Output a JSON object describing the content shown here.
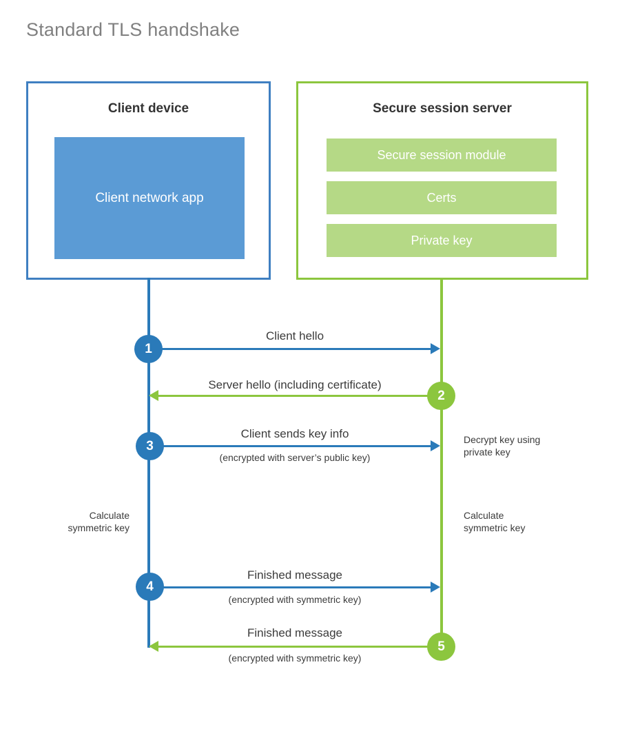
{
  "title": "Standard TLS handshake",
  "client": {
    "heading": "Client device",
    "app_label": "Client network app"
  },
  "server": {
    "heading": "Secure session server",
    "components": [
      "Secure session module",
      "Certs",
      "Private key"
    ]
  },
  "steps": [
    {
      "number": "1",
      "label": "Client hello",
      "sublabel": "",
      "direction": "client-to-server",
      "color": "#2a7ab9"
    },
    {
      "number": "2",
      "label": "Server hello (including certificate)",
      "sublabel": "",
      "direction": "server-to-client",
      "color": "#8cc63e"
    },
    {
      "number": "3",
      "label": "Client sends key info",
      "sublabel": "(encrypted with server’s public key)",
      "direction": "client-to-server",
      "color": "#2a7ab9"
    },
    {
      "number": "4",
      "label": "Finished message",
      "sublabel": "(encrypted with symmetric key)",
      "direction": "client-to-server",
      "color": "#2a7ab9"
    },
    {
      "number": "5",
      "label": "Finished message",
      "sublabel": "(encrypted with symmetric key)",
      "direction": "server-to-client",
      "color": "#8cc63e"
    }
  ],
  "notes": {
    "server_decrypt": "Decrypt key using\nprivate key",
    "client_calculate": "Calculate\nsymmetric key",
    "server_calculate": "Calculate\nsymmetric key"
  },
  "colors": {
    "client_border": "#3f7fc1",
    "client_fill": "#5b9bd5",
    "client_accent": "#2a7ab9",
    "server_border": "#8cc63e",
    "server_fill": "#b5d986",
    "server_accent": "#8cc63e",
    "title_text": "#808080",
    "body_text": "#3b3b3b"
  }
}
